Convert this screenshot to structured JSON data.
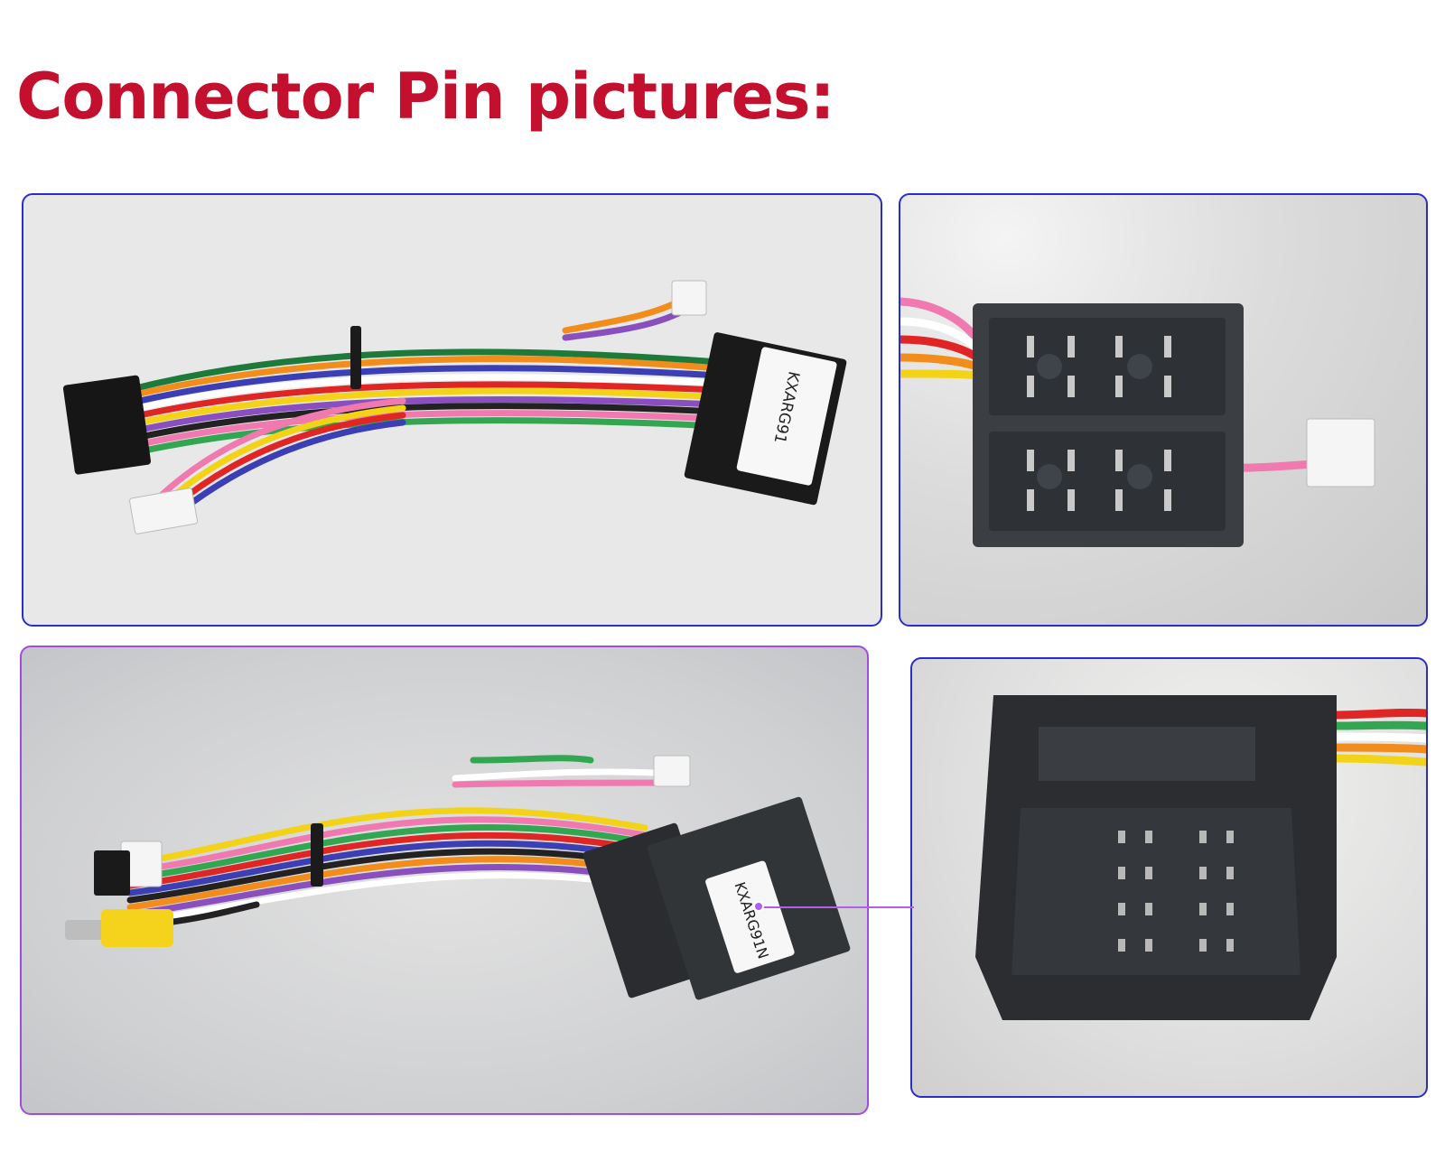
{
  "page": {
    "title": "Connector Pin pictures:",
    "title_color": "#c2102e",
    "panel_border_blue": "#2a2ec8",
    "panel_border_purple": "#a14be0"
  },
  "photos": {
    "harness_top": {
      "label": "KXARG91"
    },
    "iso_connector": {},
    "harness_bottom": {
      "label": "KXARG91N"
    },
    "quadlock_connector": {}
  }
}
